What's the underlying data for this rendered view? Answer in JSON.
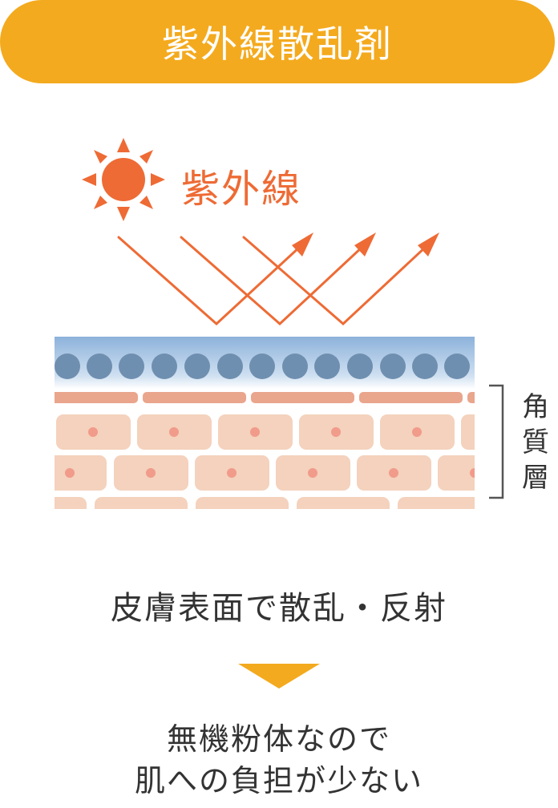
{
  "header": {
    "title": "紫外線散乱剤"
  },
  "diagram": {
    "uv_label": "紫外線",
    "layer_label_chars": [
      "角",
      "質",
      "層"
    ],
    "sun_icon": "sun-icon",
    "colors": {
      "header": "#f4aa1e",
      "uv": "#ee6b35",
      "particle": "#6f8fb0",
      "barrier_gradient_top": "#8db2db",
      "cell": "#f4d2bd",
      "cell_line": "#eaa58d",
      "nucleus": "#f19b8a"
    }
  },
  "caption": {
    "main": "皮膚表面で散乱・反射",
    "result_line1": "無機粉体なので",
    "result_line2": "肌への負担が少ない"
  }
}
